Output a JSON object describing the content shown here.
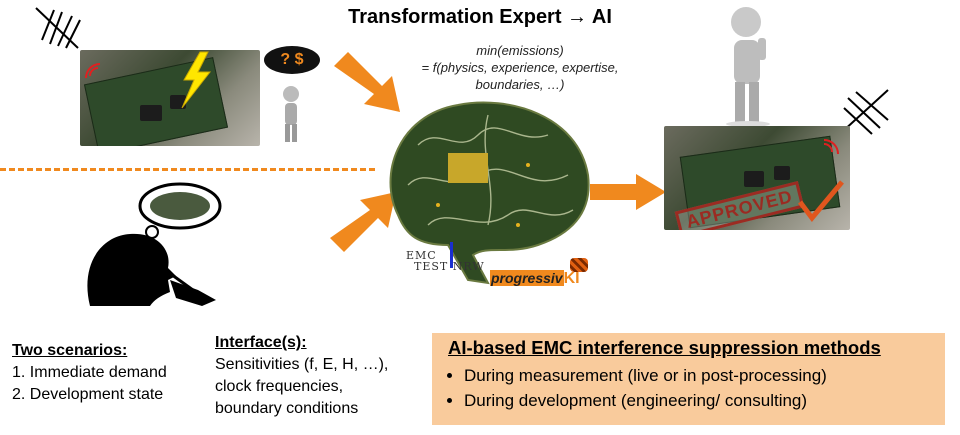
{
  "title": "Transformation Expert → AI",
  "formula": {
    "line1": "min(emissions)",
    "line2": "= f(physics, experience, expertise,",
    "line3": "boundaries, …)"
  },
  "symbols": {
    "question": "?",
    "dollar": "$"
  },
  "stamp": "APPROVED",
  "logos": {
    "emc_line1": "EMC",
    "emc_line2": "TEST NRW",
    "progressiv": "progressiv",
    "ki": "KI"
  },
  "scenarios": {
    "heading": "Two scenarios:",
    "items": [
      "1. Immediate demand",
      "2. Development state"
    ]
  },
  "interface": {
    "heading": "Interface(s):",
    "lines": [
      "Sensitivities (f, E, H, …),",
      "clock frequencies,",
      "boundary conditions"
    ]
  },
  "methods": {
    "heading": "AI-based EMC interference suppression methods",
    "items": [
      "During measurement (live or in post-processing)",
      "During development (engineering/ consulting)"
    ]
  },
  "colors": {
    "accent": "#F0891E",
    "box": "#F9CB9C",
    "stamp": "#9B2B22"
  }
}
